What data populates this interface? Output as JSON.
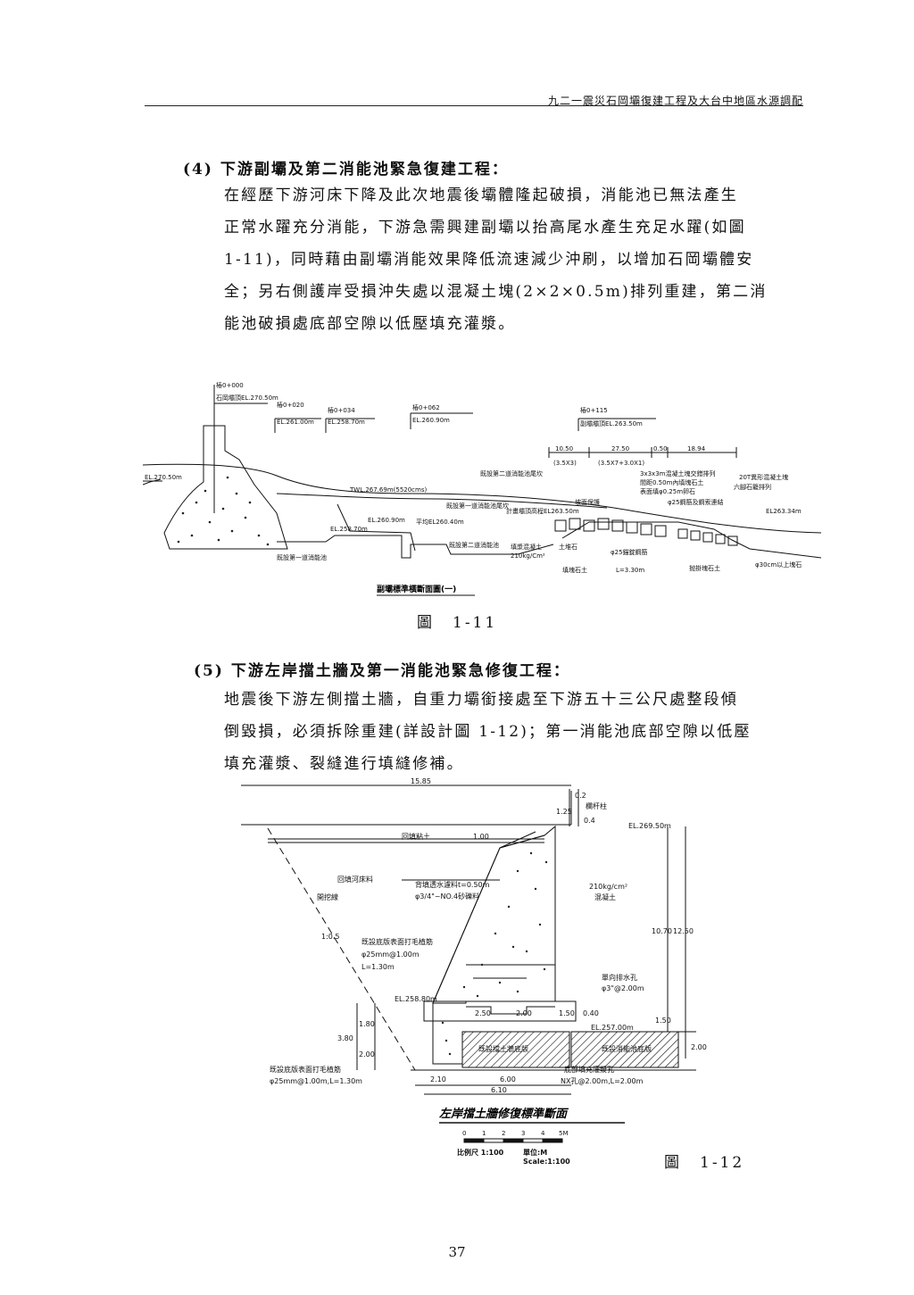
{
  "header": {
    "title": "九二一震災石岡壩復建工程及大台中地區水源調配"
  },
  "sections": [
    {
      "heading": "(4) 下游副壩及第二消能池緊急復建工程：",
      "paragraph_lines": [
        "在經歷下游河床下降及此次地震後壩體隆起破損，消能池已無法產生",
        "正常水躍充分消能，下游急需興建副壩以抬高尾水產生充足水躍(如圖",
        "1-11)，同時藉由副壩消能效果降低流速減少沖刷，以增加石岡壩體安",
        "全；另右側護岸受損沖失處以混凝土塊(2×2×0.5m)排列重建，第二消",
        "能池破損處底部空隙以低壓填充灌漿。"
      ]
    },
    {
      "heading": "(5) 下游左岸擋土牆及第一消能池緊急修復工程：",
      "paragraph_lines": [
        "地震後下游左側擋土牆，自重力壩銜接處至下游五十三公尺處整段傾",
        "倒毀損，必須拆除重建(詳設計圖 1-12)；第一消能池底部空隙以低壓",
        "填充灌漿、裂縫進行填縫修補。"
      ]
    }
  ],
  "figure_1_11": {
    "caption": "圖　1-11",
    "drawing_title": "副壩標準橫斷面圖(一)",
    "stations": [
      {
        "name": "樁0+000",
        "elev": "石岡壩頂EL.270.50m"
      },
      {
        "name": "樁0+020",
        "elev": "EL.261.00m"
      },
      {
        "name": "樁0+034",
        "elev": "EL.258.70m"
      },
      {
        "name": "樁0+062",
        "elev": "EL.260.90m"
      },
      {
        "name": "樁0+115",
        "elev": "副壩壩頂EL.263.50m"
      }
    ],
    "dims_top": [
      "10.50",
      "27.50",
      "0.50",
      "18.94"
    ],
    "dims_sub": [
      "(3.5X3)",
      "(3.5X7+3.0X1)"
    ],
    "labels": {
      "el_left": "EL.270.50m",
      "twl": "TWL.267.69m(5520cms)",
      "first_pool_tail": "既設第一道消能池尾坎",
      "second_pool_tail": "既設第二道消能池尾坎",
      "el_2609": "EL.260.90m",
      "avg_el": "平均EL260.40m",
      "el_2587": "EL.258.70m",
      "first_pool": "既設第一道消能池",
      "second_pool": "既設第二道消能池",
      "plan_crest": "計畫壩頂高程EL263.50m",
      "concrete": "填漿混凝土",
      "strength": "210kg/Cm²",
      "blocks_1": "3x3x3m混凝土塊交錯排列",
      "blocks_2": "間距0.50m內填塊石土",
      "blocks_3": "表面填φ0.25m卵石",
      "tetra_1": "20T異形混凝土塊",
      "tetra_2": "六腳石籠排列",
      "rebar": "φ25鋼筋及鋼索連結",
      "el_right": "EL263.34m",
      "mound": "土堆石",
      "rockfill": "填塊石土",
      "rebar_anchor": "φ25錨錠鋼筋",
      "length": "L=3.30m",
      "riprap": "抛掛塊石土",
      "boulder": "φ30cm以上塊石",
      "slope_protect": "坡面保護"
    }
  },
  "figure_1_12": {
    "caption": "圖　1-12",
    "drawing_title": "左岸擋土牆修復標準斷面",
    "labels": {
      "total_width": "15.85",
      "dim_02": "0.2",
      "dim_125": "1.25",
      "dim_04": "0.4",
      "railing": "欄杆柱",
      "el_top": "EL.269.50m",
      "backfill_cap": "回填粘土",
      "dim_cap": "1.00",
      "river_bed": "回填河床料",
      "drainage_1": "背填透水濾料t=0.50m",
      "drainage_2": "φ3/4\"~NO.4砂礫料",
      "strength": "210kg/cm²",
      "concrete": "混凝土",
      "excavation": "開挖線",
      "slope": "1:0.5",
      "rough_1": "既設底版表面打毛植筋",
      "rough_2": "φ25mm@1.00m",
      "rough_3": "L=1.30m",
      "drain_hole_1": "單向排水孔",
      "drain_hole_2": "φ3\"@2.00m",
      "el_mid": "EL.258.80m",
      "dim_250": "2.50",
      "dim_200": "2.00",
      "dim_150": "1.50",
      "dim_040": "0.40",
      "el_bottom": "EL.257.00m",
      "dim_1070": "10.70",
      "dim_1250": "12.50",
      "dim_150v": "1.50",
      "dim_200v": "2.00",
      "dim_380": "3.80",
      "dim_180": "1.80",
      "dim_200b": "2.00",
      "existing_wall": "既設擋土牆底版",
      "existing_pool": "既設消能池底版",
      "rough_b1": "既設底版表面打毛植筋",
      "rough_b2": "φ25mm@1.00m,L=1.30m",
      "grout_1": "底部填充灌漿孔",
      "grout_2": "NX孔@2.00m,L=2.00m",
      "dim_210": "2.10",
      "dim_600": "6.00",
      "dim_610": "6.10",
      "scale_ticks": [
        "0",
        "1",
        "2",
        "3",
        "4",
        "5M"
      ],
      "scale_label": "比例尺 1:100",
      "unit_label": "單位:M",
      "scale_en": "Scale:1:100"
    }
  },
  "page_number": "37"
}
